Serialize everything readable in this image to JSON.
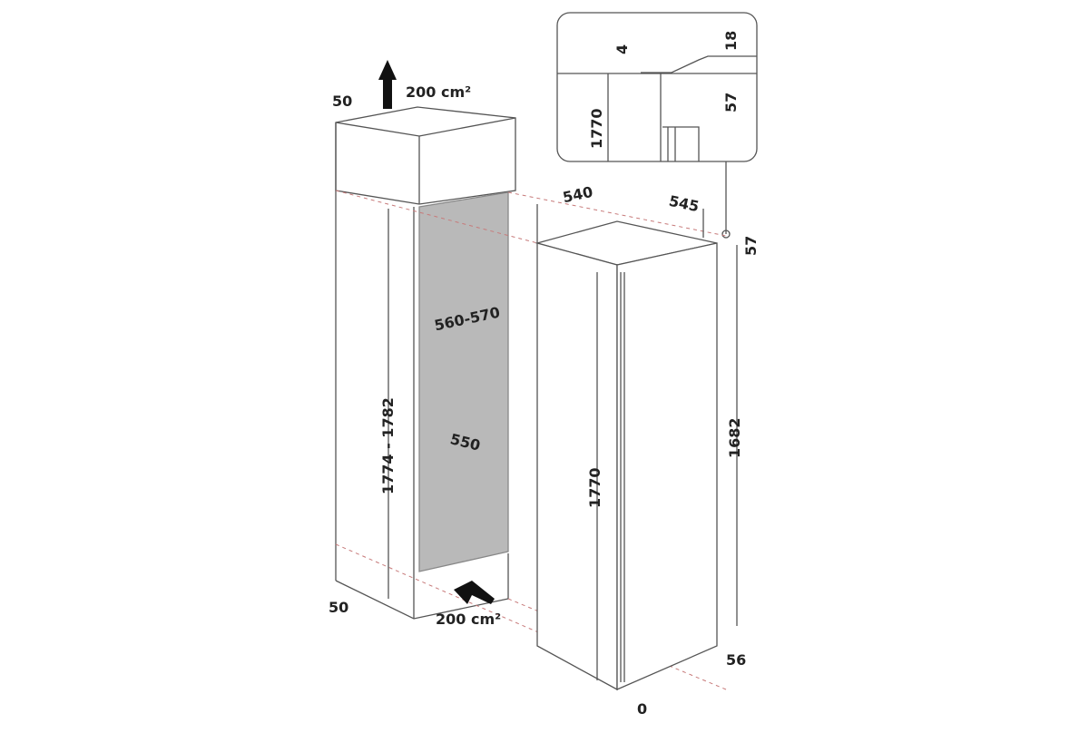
{
  "diagram": {
    "type": "built-in refrigerator installation dimensions",
    "niche": {
      "top_ventilation": "200 cm²",
      "bottom_ventilation": "200 cm²",
      "top_offset": "50",
      "bottom_offset": "50",
      "height": "1774 - 1782",
      "width": "560-570",
      "depth": "550"
    },
    "appliance": {
      "width": "540",
      "depth": "545",
      "top_gap": "57",
      "height": "1770",
      "door_height": "1682",
      "bottom_gap": "56",
      "front_offset": "0"
    },
    "detail_inset": {
      "top_gap": "4",
      "hinge_offset": "18",
      "side_gap": "57",
      "height": "1770"
    }
  },
  "colors": {
    "line": "#555555",
    "dashed": "#c77a7a",
    "niche_fill": "#b9b9b9",
    "text": "#222222"
  }
}
